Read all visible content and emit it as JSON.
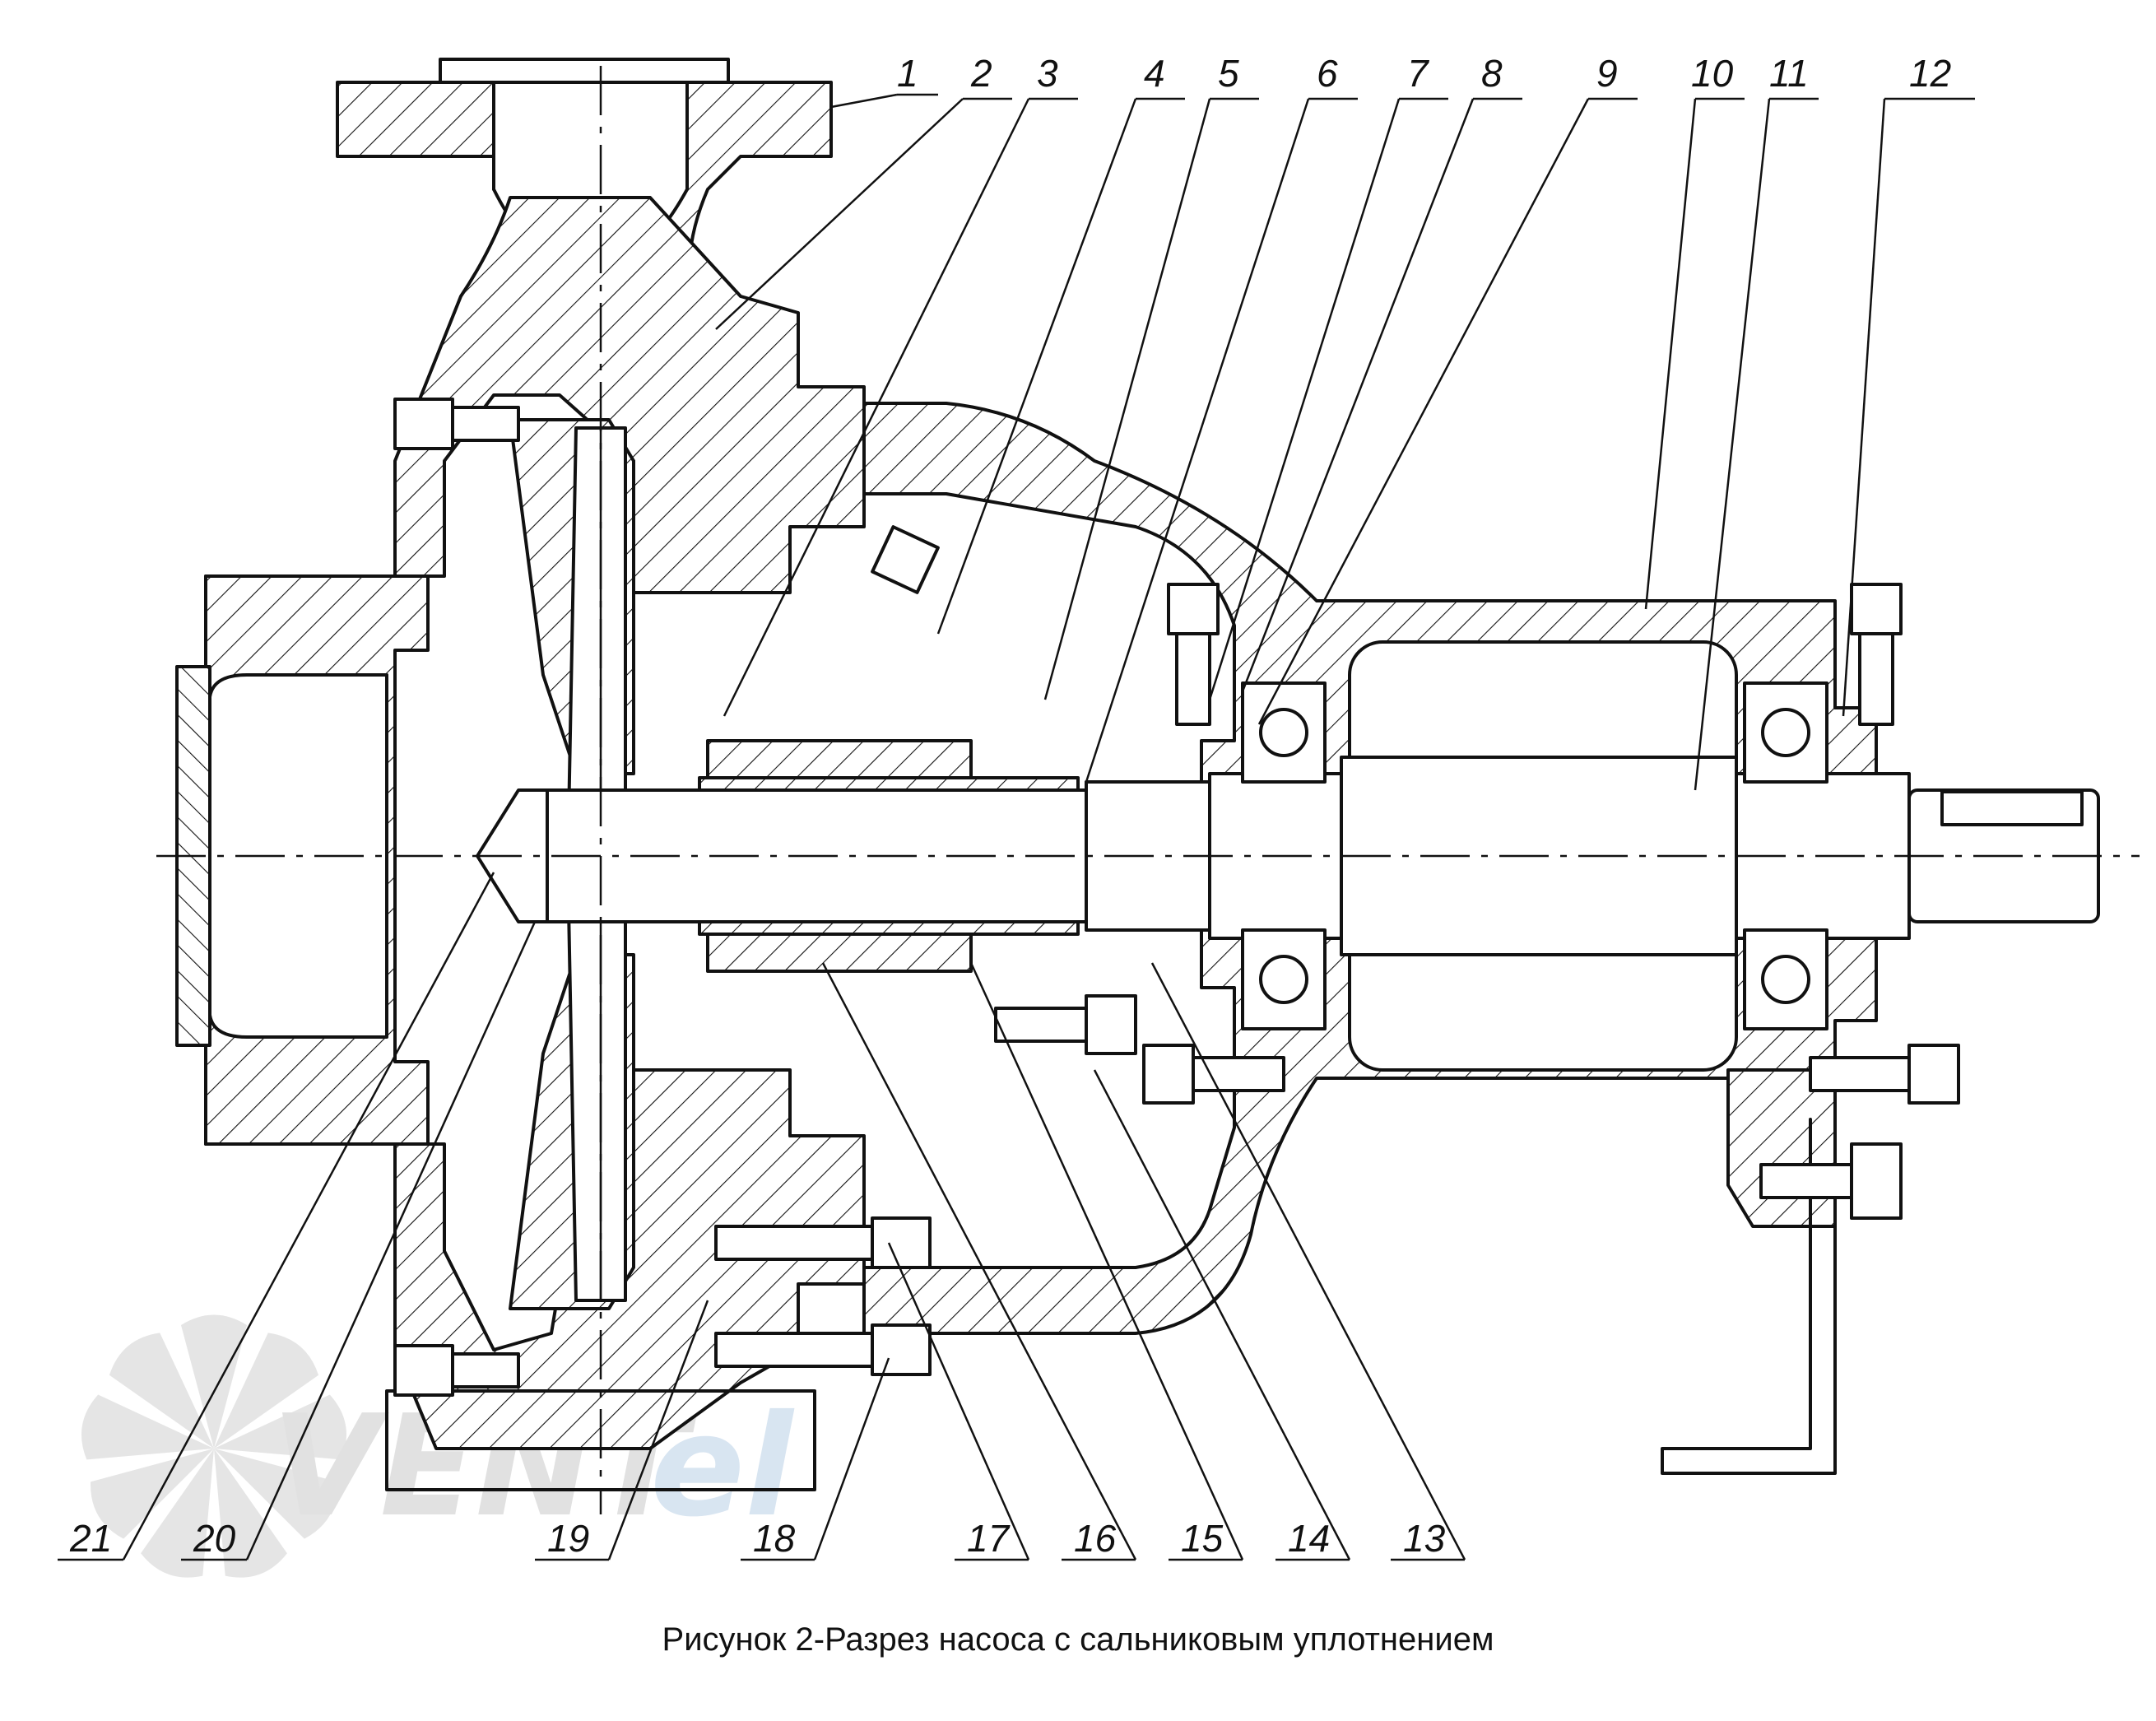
{
  "caption": "Рисунок 2-Разрез насоса с сальниковым уплотнением",
  "watermark": {
    "text_a": "VENT",
    "text_b": "el",
    "color_a": "#c9c9c9",
    "color_b": "#b9cfe6"
  },
  "callouts": {
    "top": [
      "1",
      "2",
      "3",
      "4",
      "5",
      "6",
      "7",
      "8",
      "9",
      "10",
      "11",
      "12"
    ],
    "bottom": [
      "21",
      "20",
      "19",
      "18",
      "17",
      "16",
      "15",
      "14",
      "13"
    ]
  }
}
